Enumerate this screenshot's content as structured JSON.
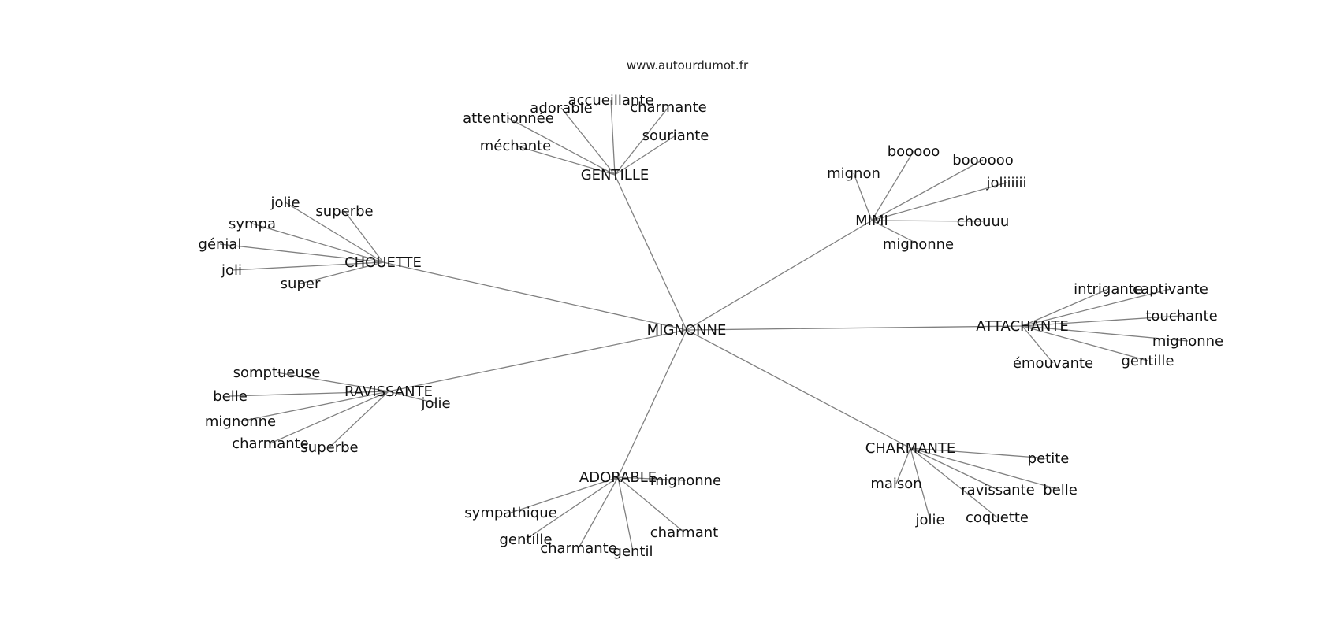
{
  "watermark": "www.autourdumot.fr",
  "colors": {
    "edge": "#808080",
    "text": "#111111",
    "background": "#ffffff"
  },
  "graph": {
    "root": "MIGNONNE",
    "clusters": [
      {
        "hub": "GENTILLE",
        "words": [
          "accueillante",
          "adorable",
          "attentionnée",
          "charmante",
          "souriante",
          "méchante"
        ]
      },
      {
        "hub": "MIMI",
        "words": [
          "booooo",
          "boooooo",
          "mignon",
          "joliiiiii",
          "chouuu",
          "mignonne"
        ]
      },
      {
        "hub": "CHOUETTE",
        "words": [
          "jolie",
          "superbe",
          "sympa",
          "génial",
          "joli",
          "super"
        ]
      },
      {
        "hub": "ATTACHANTE",
        "words": [
          "intrigante",
          "captivante",
          "touchante",
          "mignonne",
          "gentille",
          "émouvante"
        ]
      },
      {
        "hub": "RAVISSANTE",
        "words": [
          "somptueuse",
          "belle",
          "jolie",
          "mignonne",
          "charmante",
          "superbe"
        ]
      },
      {
        "hub": "CHARMANTE",
        "words": [
          "petite",
          "maison",
          "ravissante",
          "belle",
          "coquette",
          "jolie"
        ]
      },
      {
        "hub": "ADORABLE",
        "words": [
          "mignonne",
          "sympathique",
          "gentille",
          "charmant",
          "charmante",
          "gentil"
        ]
      }
    ]
  }
}
